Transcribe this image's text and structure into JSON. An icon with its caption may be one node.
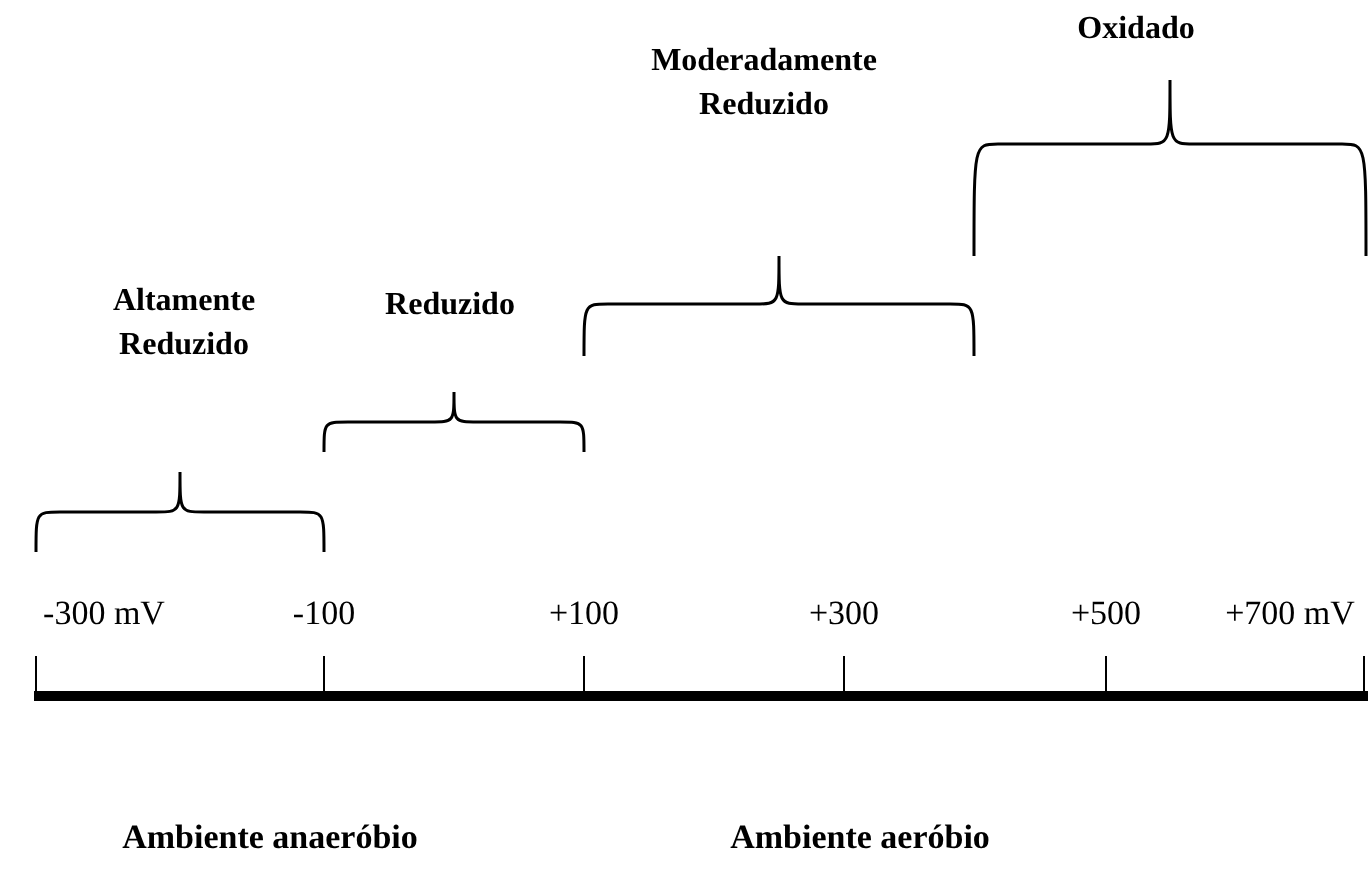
{
  "diagram": {
    "labels": [
      "Oxidado",
      "Moderadamente Reduzido",
      "Altamente Reduzido",
      "Reduzido",
      "-300 mV",
      "-100",
      "+100",
      "+300",
      "+500",
      "+700 mV",
      "Ambiente anaeróbio",
      "Ambiente aeróbio"
    ]
  }
}
